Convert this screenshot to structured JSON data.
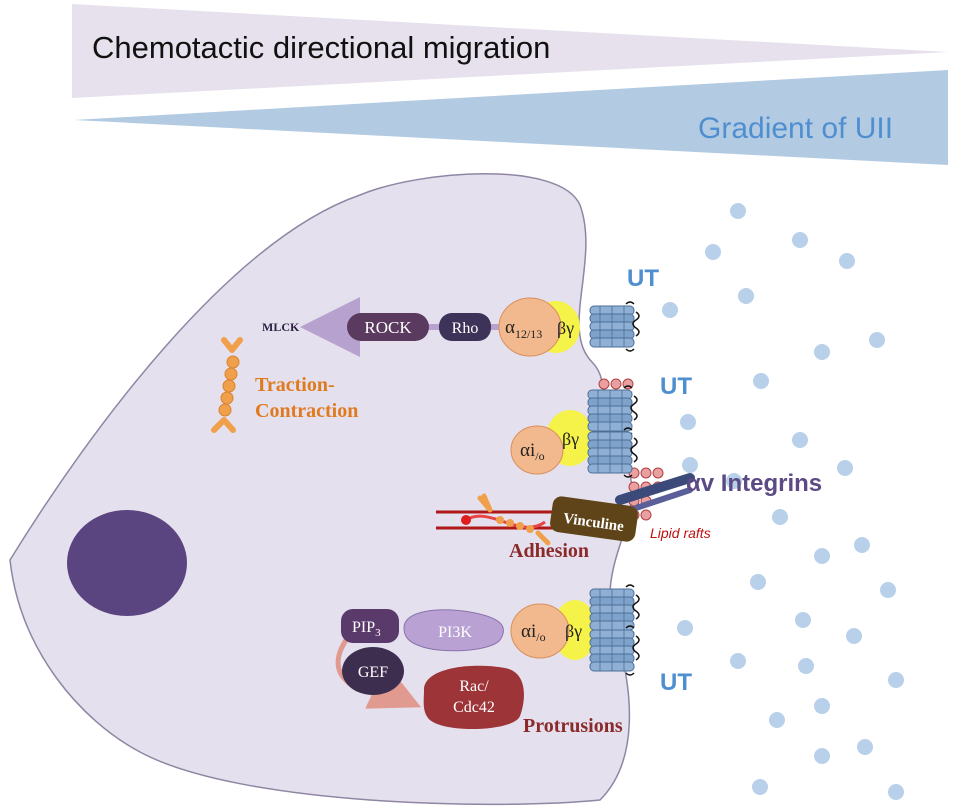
{
  "banner": {
    "migration_label": "Chemotactic directional migration",
    "gradient_label": "Gradient of UII"
  },
  "receptors": {
    "ut_top": "UT",
    "ut_middle": "UT",
    "ut_bottom": "UT"
  },
  "integrins": {
    "label": "αv Integrins",
    "lipid_rafts": "Lipid rafts"
  },
  "rho_pathway": {
    "alpha_main": "α",
    "alpha_sub": "12/13",
    "beta_gamma": "βγ",
    "rho": "Rho",
    "rock": "ROCK",
    "mlck": "MLCK",
    "outcome_line1": "Traction-",
    "outcome_line2": "Contraction"
  },
  "adhesion_pathway": {
    "alpha_main": "αi",
    "alpha_sub": "/o",
    "beta_gamma": "βγ",
    "vinculine": "Vinculine",
    "outcome": "Adhesion"
  },
  "protrusion_pathway": {
    "alpha_main": "αi",
    "alpha_sub": "/o",
    "beta_gamma": "βγ",
    "pi3k": "PI3K",
    "pip3_main": "PIP",
    "pip3_sub": "3",
    "gef": "GEF",
    "rac_line1": "Rac/",
    "rac_line2": "Cdc42",
    "outcome": "Protrusions"
  },
  "colors": {
    "cell_fill": "#e5e0ee",
    "migration_banner": "#e6e1ec",
    "gradient_banner": "#b3cbe2",
    "ut_label": "#4f8fd0",
    "integrin_label": "#5b4a84",
    "traction_label": "#e07a1e",
    "adhesion_label": "#8b2a2a",
    "nucleus": "#5b4580",
    "alpha_subunit": "#f3b98e",
    "beta_gamma": "#f5f24a",
    "receptor_blue": "#7fa4cc",
    "ligand_dot": "#b8d0ea"
  }
}
